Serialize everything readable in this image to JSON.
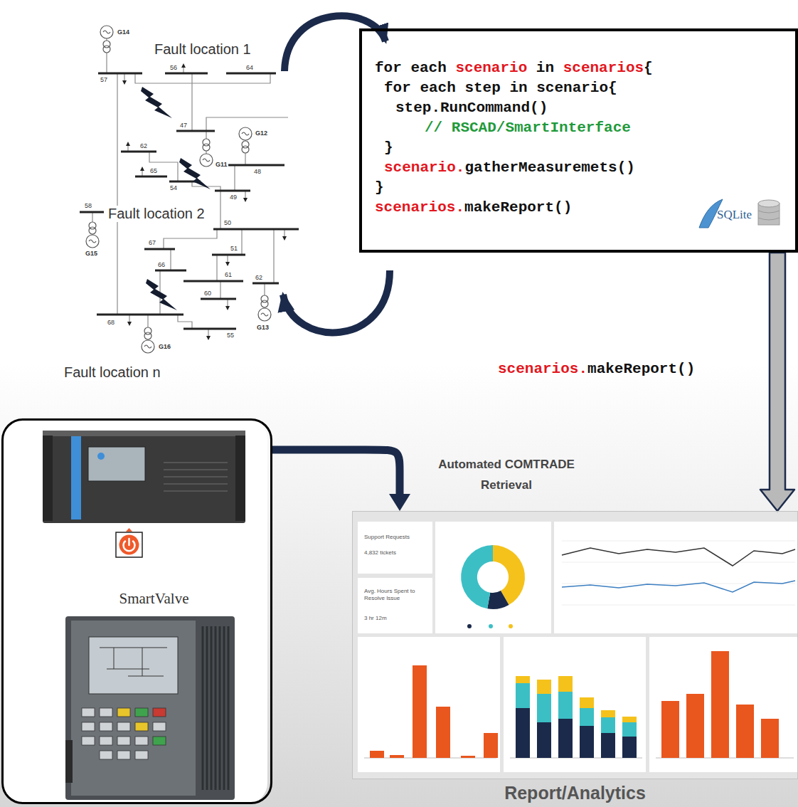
{
  "diagram": {
    "nodes": [
      {
        "text": [
          "for each scenario in scenarios{",
          "for each step in scenario{",
          "step.RunCommand()",
          "// RSCAD/SmartInterface",
          "}",
          "scenario.gatherMeasuremets()",
          "}",
          "scenarios.makeReport()"
        ]
      },
      {
        "text": [
          "SmartValve"
        ]
      },
      {
        "text": [
          "Report/Analytics"
        ]
      }
    ],
    "edges": [
      {
        "from": 0,
        "to": 2,
        "arrow": "to",
        "label": "scenarios.makeReport()"
      },
      {
        "from": 1,
        "to": 2,
        "arrow": "to",
        "label": "Automated COMTRADE Retrieval"
      }
    ],
    "labels": [
      "G14",
      "Fault location 1",
      "56",
      "64",
      "57",
      "47",
      "G12",
      "62",
      "65",
      "48",
      "G11",
      "54",
      "49",
      "58",
      "Fault location 2",
      "50",
      "G15",
      "67",
      "51",
      "66",
      "61",
      "62",
      "60",
      "G13",
      "68",
      "55",
      "G16",
      "Fault location n",
      "SQLite",
      "Support Requests",
      "4,832 tickets",
      "Avg. Hours Spent to Resolve Issue",
      "3 hr 12m"
    ]
  }
}
